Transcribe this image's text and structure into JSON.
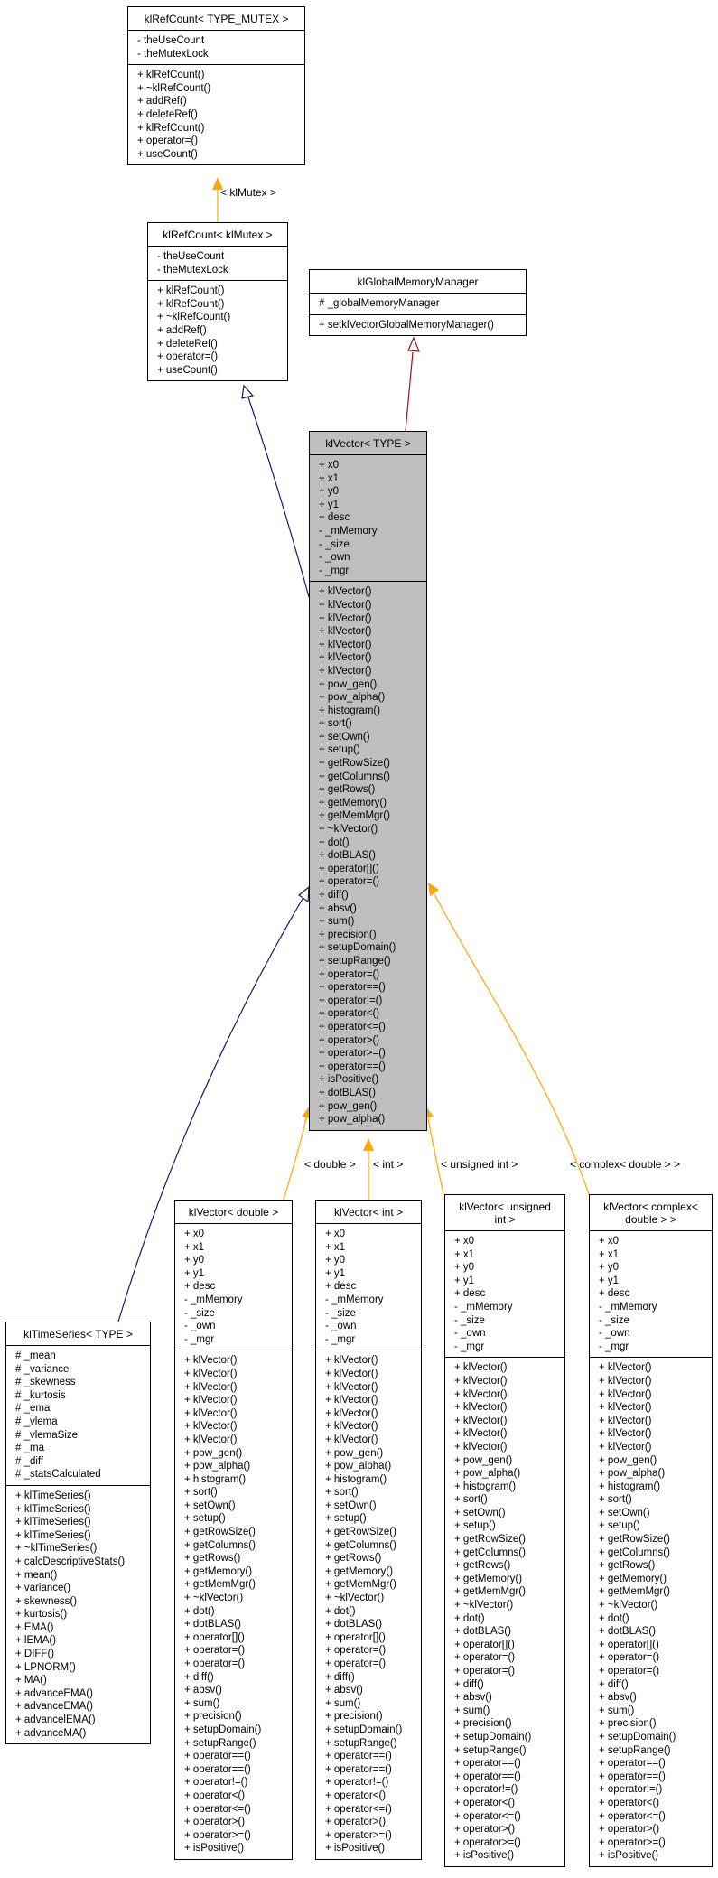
{
  "classes": {
    "refcount_mutex": {
      "title": "klRefCount< TYPE_MUTEX >",
      "attributes": [
        "- theUseCount",
        "- theMutexLock"
      ],
      "methods": [
        "+ klRefCount()",
        "+ ~klRefCount()",
        "+ addRef()",
        "+ deleteRef()",
        "+ klRefCount()",
        "+ operator=()",
        "+ useCount()"
      ]
    },
    "refcount_klmutex": {
      "title": "klRefCount< klMutex >",
      "attributes": [
        "- theUseCount",
        "- theMutexLock"
      ],
      "methods": [
        "+ klRefCount()",
        "+ klRefCount()",
        "+ ~klRefCount()",
        "+ addRef()",
        "+ deleteRef()",
        "+ operator=()",
        "+ useCount()"
      ]
    },
    "global_memory_manager": {
      "title": "klGlobalMemoryManager",
      "attributes": [
        "# _globalMemoryManager"
      ],
      "methods": [
        "+ setklVectorGlobalMemoryManager()"
      ]
    },
    "klvector_type": {
      "title": "klVector< TYPE >",
      "attributes": [
        "+ x0",
        "+ x1",
        "+ y0",
        "+ y1",
        "+ desc",
        "- _mMemory",
        "- _size",
        "- _own",
        "- _mgr"
      ],
      "methods": [
        "+ klVector()",
        "+ klVector()",
        "+ klVector()",
        "+ klVector()",
        "+ klVector()",
        "+ klVector()",
        "+ klVector()",
        "+ pow_gen()",
        "+ pow_alpha()",
        "+ histogram()",
        "+ sort()",
        "+ setOwn()",
        "+ setup()",
        "+ getRowSize()",
        "+ getColumns()",
        "+ getRows()",
        "+ getMemory()",
        "+ getMemMgr()",
        "+ ~klVector()",
        "+ dot()",
        "+ dotBLAS()",
        "+ operator[]()",
        "+ operator=()",
        "+ diff()",
        "+ absv()",
        "+ sum()",
        "+ precision()",
        "+ setupDomain()",
        "+ setupRange()",
        "+ operator=()",
        "+ operator==()",
        "+ operator!=()",
        "+ operator<()",
        "+ operator<=()",
        "+ operator>()",
        "+ operator>=()",
        "+ operator==()",
        "+ isPositive()",
        "+ dotBLAS()",
        "+ pow_gen()",
        "+ pow_alpha()"
      ]
    },
    "timeseries": {
      "title": "klTimeSeries< TYPE >",
      "attributes": [
        "# _mean",
        "# _variance",
        "# _skewness",
        "# _kurtosis",
        "# _ema",
        "# _vlema",
        "# _vlemaSize",
        "# _ma",
        "# _diff",
        "# _statsCalculated"
      ],
      "methods": [
        "+ klTimeSeries()",
        "+ klTimeSeries()",
        "+ klTimeSeries()",
        "+ klTimeSeries()",
        "+ ~klTimeSeries()",
        "+ calcDescriptiveStats()",
        "+ mean()",
        "+ variance()",
        "+ skewness()",
        "+ kurtosis()",
        "+ EMA()",
        "+ lEMA()",
        "+ DIFF()",
        "+ LPNORM()",
        "+ MA()",
        "+ advanceEMA()",
        "+ advanceEMA()",
        "+ advancelEMA()",
        "+ advanceMA()"
      ]
    },
    "klvector_double": {
      "title": "klVector< double >",
      "attributes": [
        "+ x0",
        "+ x1",
        "+ y0",
        "+ y1",
        "+ desc",
        "- _mMemory",
        "- _size",
        "- _own",
        "- _mgr"
      ],
      "methods": [
        "+ klVector()",
        "+ klVector()",
        "+ klVector()",
        "+ klVector()",
        "+ klVector()",
        "+ klVector()",
        "+ klVector()",
        "+ pow_gen()",
        "+ pow_alpha()",
        "+ histogram()",
        "+ sort()",
        "+ setOwn()",
        "+ setup()",
        "+ getRowSize()",
        "+ getColumns()",
        "+ getRows()",
        "+ getMemory()",
        "+ getMemMgr()",
        "+ ~klVector()",
        "+ dot()",
        "+ dotBLAS()",
        "+ operator[]()",
        "+ operator=()",
        "+ operator=()",
        "+ diff()",
        "+ absv()",
        "+ sum()",
        "+ precision()",
        "+ setupDomain()",
        "+ setupRange()",
        "+ operator==()",
        "+ operator==()",
        "+ operator!=()",
        "+ operator<()",
        "+ operator<=()",
        "+ operator>()",
        "+ operator>=()",
        "+ isPositive()"
      ]
    },
    "klvector_int": {
      "title": "klVector< int >",
      "attributes": [
        "+ x0",
        "+ x1",
        "+ y0",
        "+ y1",
        "+ desc",
        "- _mMemory",
        "- _size",
        "- _own",
        "- _mgr"
      ],
      "methods": [
        "+ klVector()",
        "+ klVector()",
        "+ klVector()",
        "+ klVector()",
        "+ klVector()",
        "+ klVector()",
        "+ klVector()",
        "+ pow_gen()",
        "+ pow_alpha()",
        "+ histogram()",
        "+ sort()",
        "+ setOwn()",
        "+ setup()",
        "+ getRowSize()",
        "+ getColumns()",
        "+ getRows()",
        "+ getMemory()",
        "+ getMemMgr()",
        "+ ~klVector()",
        "+ dot()",
        "+ dotBLAS()",
        "+ operator[]()",
        "+ operator=()",
        "+ operator=()",
        "+ diff()",
        "+ absv()",
        "+ sum()",
        "+ precision()",
        "+ setupDomain()",
        "+ setupRange()",
        "+ operator==()",
        "+ operator==()",
        "+ operator!=()",
        "+ operator<()",
        "+ operator<=()",
        "+ operator>()",
        "+ operator>=()",
        "+ isPositive()"
      ]
    },
    "klvector_uint": {
      "title": "klVector< unsigned\nint >",
      "attributes": [
        "+ x0",
        "+ x1",
        "+ y0",
        "+ y1",
        "+ desc",
        "- _mMemory",
        "- _size",
        "- _own",
        "- _mgr"
      ],
      "methods": [
        "+ klVector()",
        "+ klVector()",
        "+ klVector()",
        "+ klVector()",
        "+ klVector()",
        "+ klVector()",
        "+ klVector()",
        "+ pow_gen()",
        "+ pow_alpha()",
        "+ histogram()",
        "+ sort()",
        "+ setOwn()",
        "+ setup()",
        "+ getRowSize()",
        "+ getColumns()",
        "+ getRows()",
        "+ getMemory()",
        "+ getMemMgr()",
        "+ ~klVector()",
        "+ dot()",
        "+ dotBLAS()",
        "+ operator[]()",
        "+ operator=()",
        "+ operator=()",
        "+ diff()",
        "+ absv()",
        "+ sum()",
        "+ precision()",
        "+ setupDomain()",
        "+ setupRange()",
        "+ operator==()",
        "+ operator==()",
        "+ operator!=()",
        "+ operator<()",
        "+ operator<=()",
        "+ operator>()",
        "+ operator>=()",
        "+ isPositive()"
      ]
    },
    "klvector_complex": {
      "title": "klVector< complex<\ndouble > >",
      "attributes": [
        "+ x0",
        "+ x1",
        "+ y0",
        "+ y1",
        "+ desc",
        "- _mMemory",
        "- _size",
        "- _own",
        "- _mgr"
      ],
      "methods": [
        "+ klVector()",
        "+ klVector()",
        "+ klVector()",
        "+ klVector()",
        "+ klVector()",
        "+ klVector()",
        "+ klVector()",
        "+ pow_gen()",
        "+ pow_alpha()",
        "+ histogram()",
        "+ sort()",
        "+ setOwn()",
        "+ setup()",
        "+ getRowSize()",
        "+ getColumns()",
        "+ getRows()",
        "+ getMemory()",
        "+ getMemMgr()",
        "+ ~klVector()",
        "+ dot()",
        "+ dotBLAS()",
        "+ operator[]()",
        "+ operator=()",
        "+ operator=()",
        "+ diff()",
        "+ absv()",
        "+ sum()",
        "+ precision()",
        "+ setupDomain()",
        "+ setupRange()",
        "+ operator==()",
        "+ operator==()",
        "+ operator!=()",
        "+ operator<()",
        "+ operator<=()",
        "+ operator>()",
        "+ operator>=()",
        "+ isPositive()"
      ]
    }
  },
  "edge_labels": {
    "klmutex": "< klMutex >",
    "double": "< double >",
    "int": "< int >",
    "unsigned_int": "< unsigned int >",
    "complex_double": "< complex< double > >"
  },
  "colors": {
    "template_edge": "#ffa500",
    "inheritance_edge": "#191970",
    "usage_edge": "#8b1a1a",
    "focus_fill": "#bfbfbf"
  }
}
